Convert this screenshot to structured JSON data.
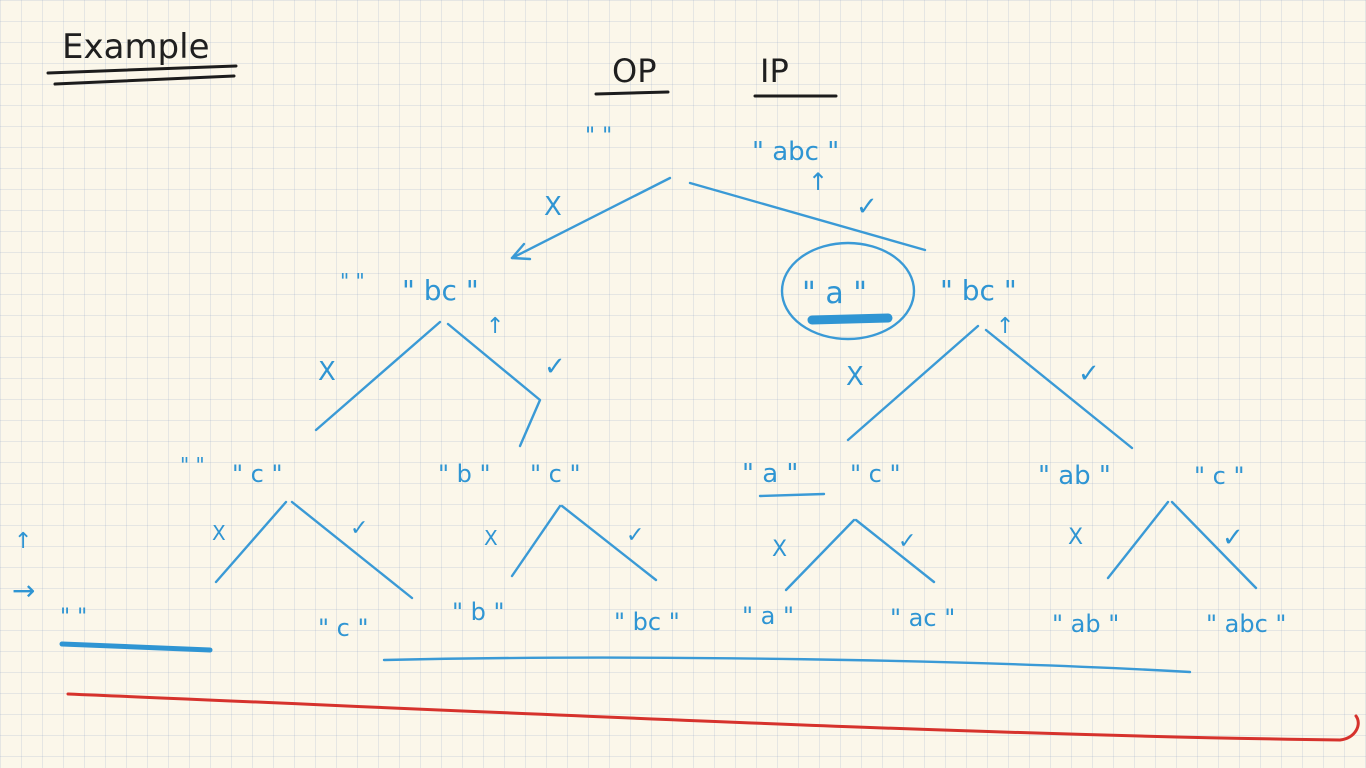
{
  "title": "Example",
  "headers": {
    "output": "OP",
    "input": "IP"
  },
  "colors": {
    "ink_blue": "#2f95d3",
    "ink_black": "#1f1f1f",
    "ink_red": "#d6322c",
    "paper": "#fbf7ea"
  },
  "marks": {
    "exclude": "X",
    "include": "✓",
    "pointer": "↑",
    "arrow": "→"
  },
  "root": {
    "output": "\" \"",
    "input": "\" abc \""
  },
  "level1": {
    "left": {
      "output": "\" \"",
      "input": "\" bc \""
    },
    "right": {
      "output": "\" a \"",
      "input": "\" bc \""
    }
  },
  "level2": {
    "n1": {
      "output": "\" \"",
      "input": "\" c \""
    },
    "n2": {
      "output": "\" b \"",
      "input": "\" c \""
    },
    "n3": {
      "output": "\" a \"",
      "input": "\" c \""
    },
    "n4": {
      "output": "\" ab \"",
      "input": "\" c \""
    }
  },
  "leaves": [
    "\" \"",
    "\" c \"",
    "\" b \"",
    "\" bc \"",
    "\" a \"",
    "\" ac \"",
    "\" ab \"",
    "\" abc \""
  ]
}
